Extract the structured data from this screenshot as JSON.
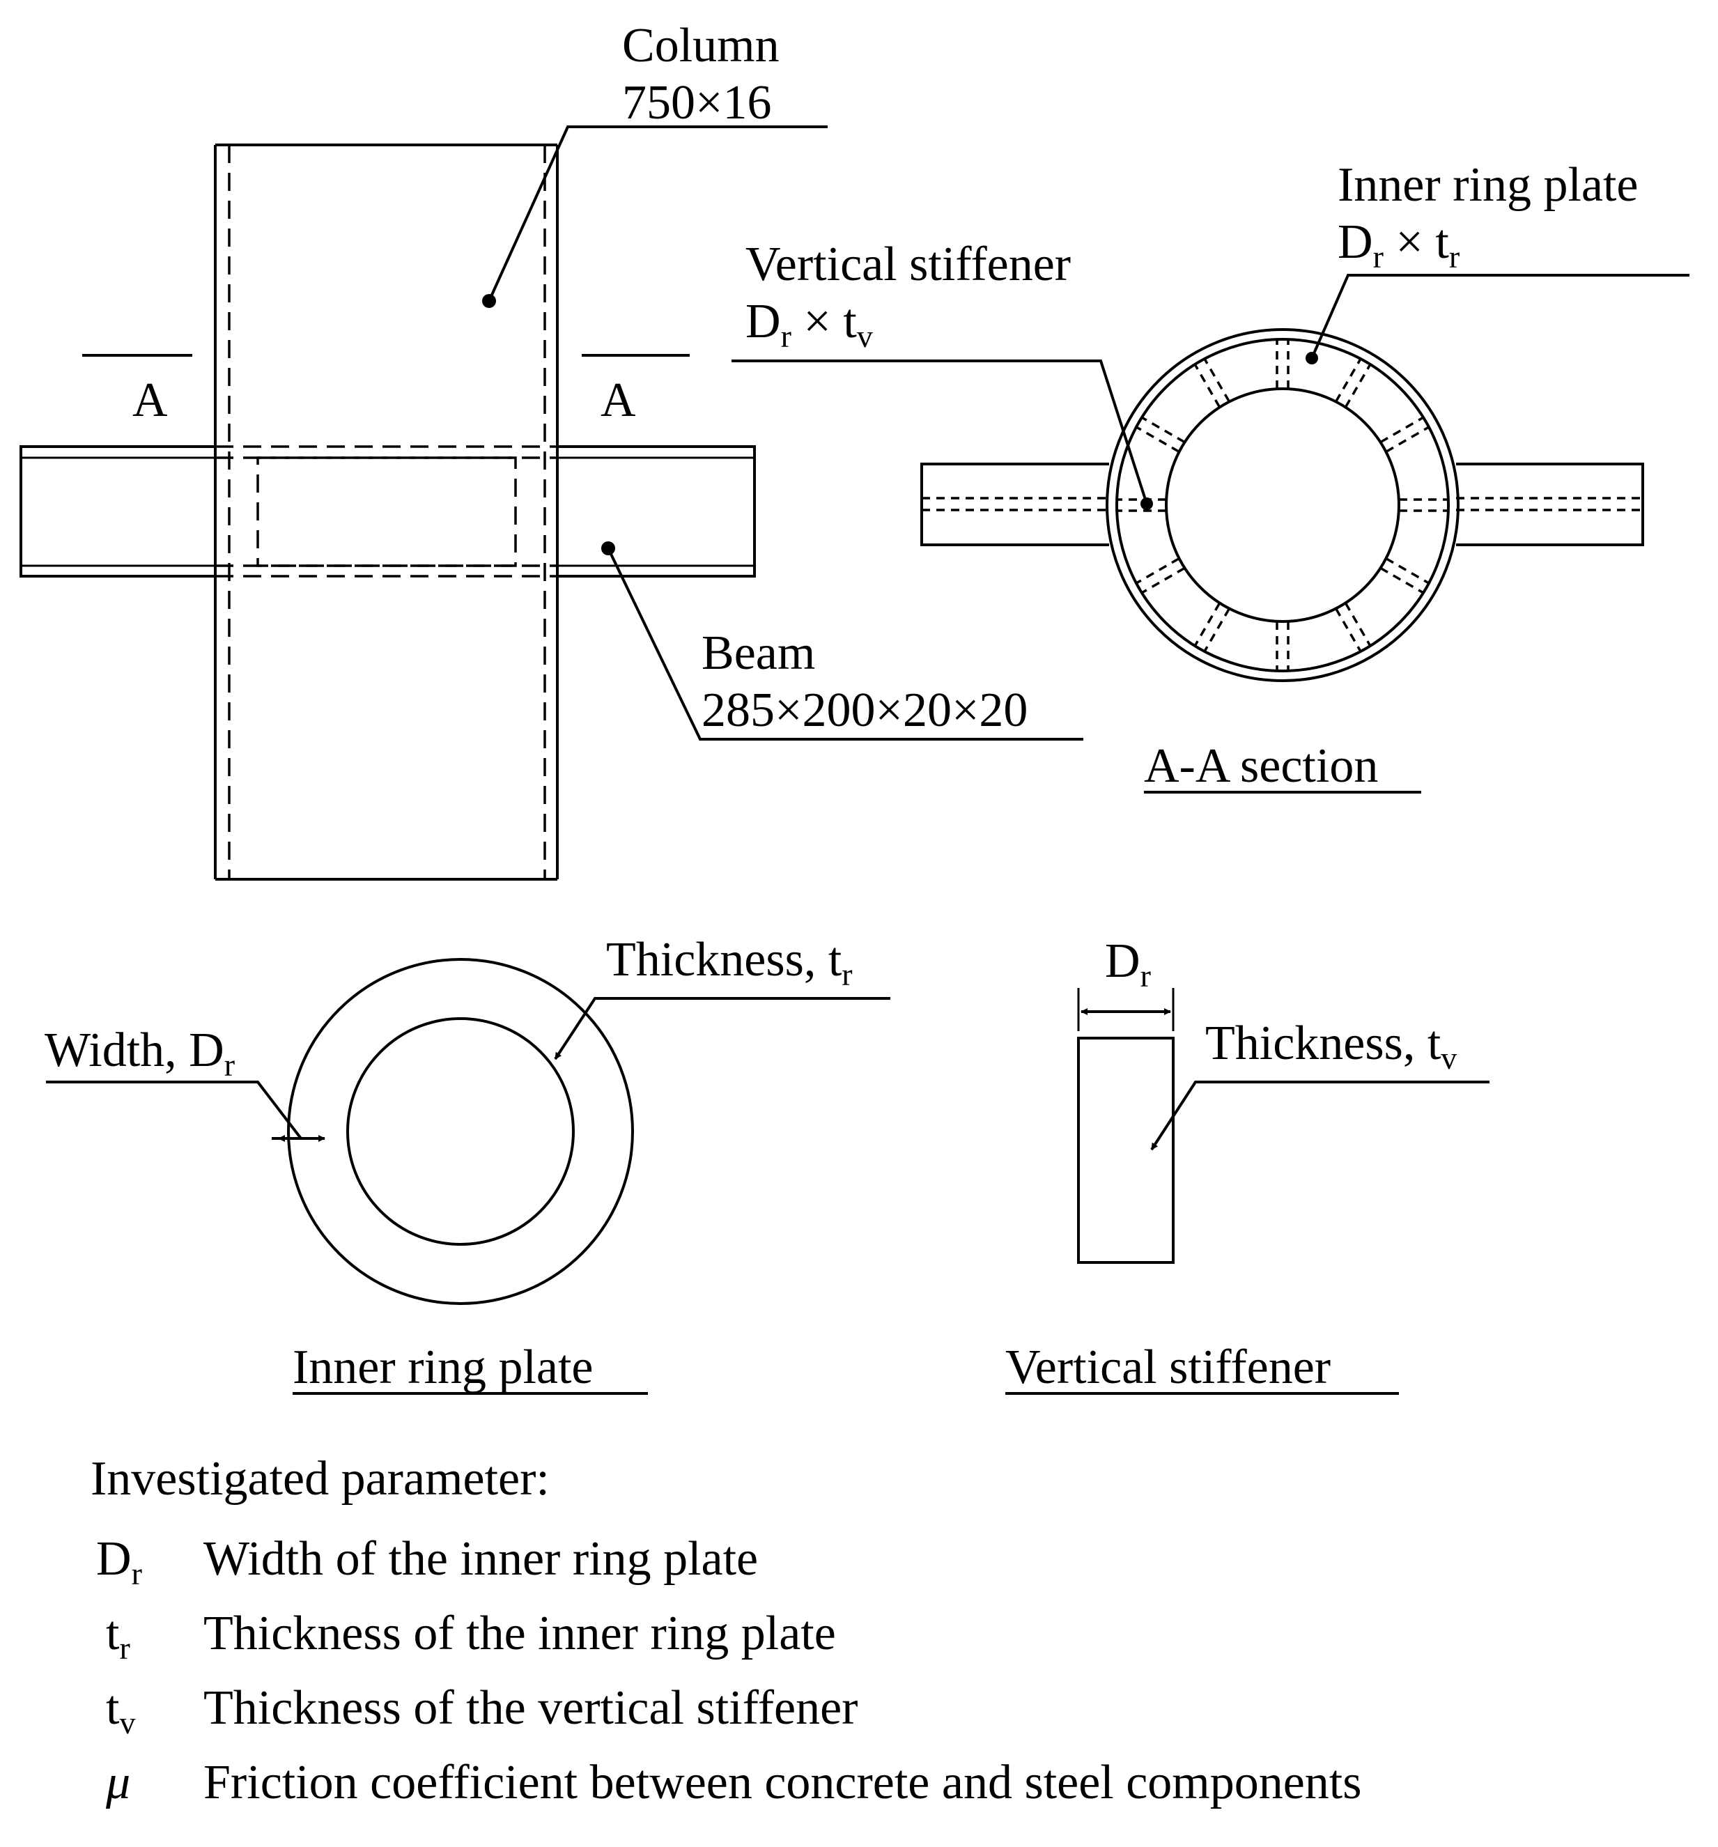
{
  "elevation": {
    "column_label": "Column",
    "column_size": "750×16",
    "beam_label": "Beam",
    "beam_size": "285×200×20×20",
    "cut_mark_left": "A",
    "cut_mark_right": "A"
  },
  "section": {
    "title": "A-A section",
    "ring_label": "Inner ring plate",
    "ring_dim_main": "D",
    "ring_dim_sub1": "r",
    "ring_dim_times": " × t",
    "ring_dim_sub2": "r",
    "stiffener_label": "Vertical stiffener",
    "stiffener_dim_main": "D",
    "stiffener_dim_sub1": "r",
    "stiffener_dim_times": " × t",
    "stiffener_dim_sub2": "v"
  },
  "ring_detail": {
    "title": "Inner ring plate",
    "thickness_label": "Thickness, t",
    "thickness_sub": "r",
    "width_label": "Width, D",
    "width_sub": "r"
  },
  "stiffener_detail": {
    "title": "Vertical stiffener",
    "width_label": "D",
    "width_sub": "r",
    "thickness_label": "Thickness, t",
    "thickness_sub": "v"
  },
  "parameters": {
    "heading": "Investigated parameter:",
    "items": [
      {
        "symbol": "D",
        "sub": "r",
        "description": "Width of the inner ring plate"
      },
      {
        "symbol": "t",
        "sub": "r",
        "description": "Thickness of the inner ring plate"
      },
      {
        "symbol": "t",
        "sub": "v",
        "description": "Thickness of the vertical stiffener"
      },
      {
        "symbol": "μ",
        "sub": "",
        "description": "Friction coefficient between concrete and steel components"
      }
    ]
  }
}
